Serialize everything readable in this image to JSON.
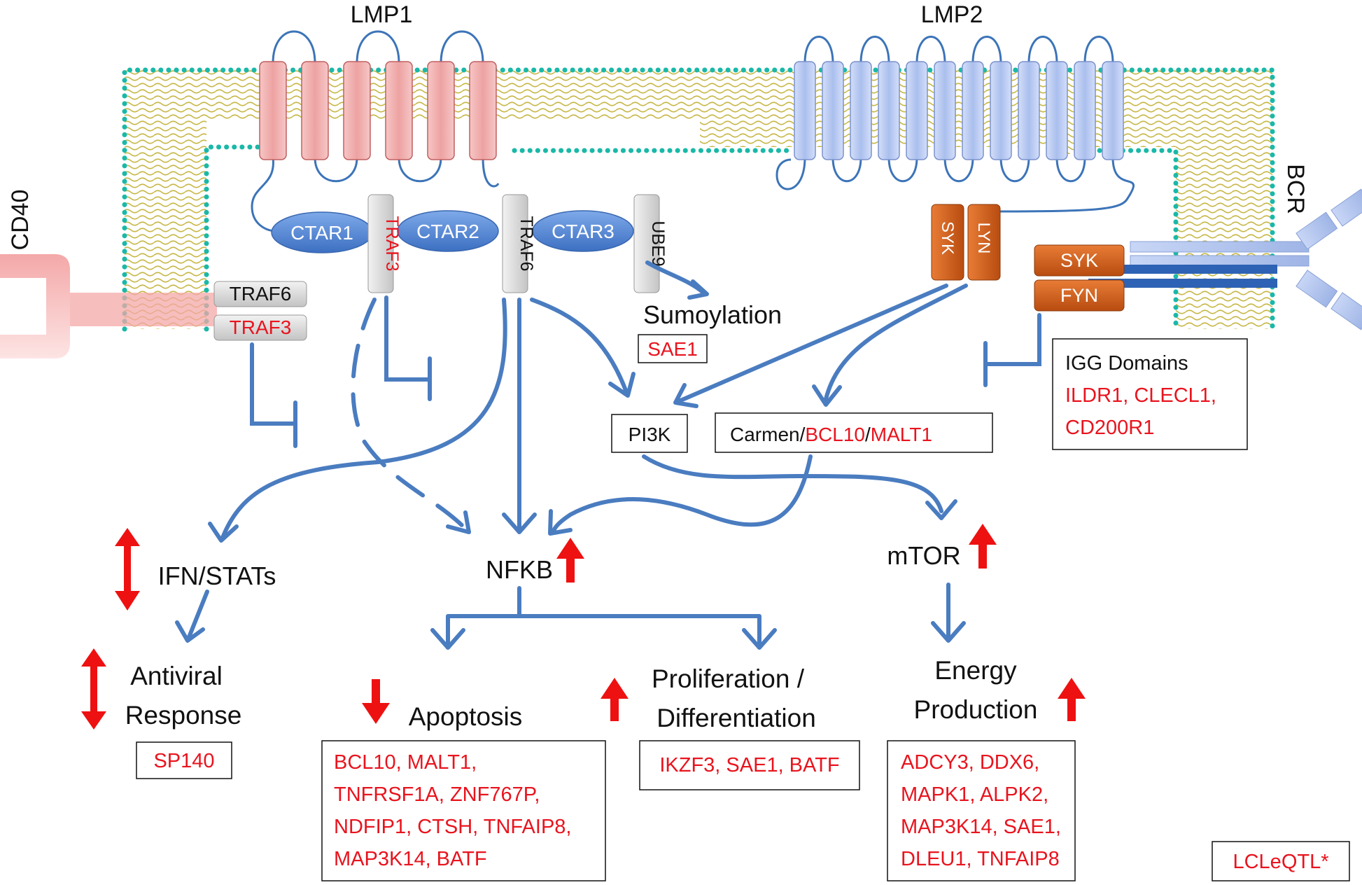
{
  "proteins": {
    "lmp1": "LMP1",
    "lmp2": "LMP2",
    "cd40": "CD40",
    "bcr": "BCR"
  },
  "domains": {
    "ctar1": "CTAR1",
    "ctar2": "CTAR2",
    "ctar3": "CTAR3"
  },
  "adaptors": {
    "traf3_vertical": "TRAF3",
    "traf6_vertical": "TRAF6",
    "ube9": "UBE9",
    "cd40_traf6": "TRAF6",
    "cd40_traf3": "TRAF3",
    "syk_lmp2": "SYK",
    "lyn_lmp2": "LYN",
    "syk_bcr": "SYK",
    "fyn_bcr": "FYN"
  },
  "nodes": {
    "sumoylation": "Sumoylation",
    "pi3k": "PI3K",
    "carmen": "Carmen/",
    "carmen_bcl10": "BCL10",
    "carmen_sep": "/",
    "carmen_malt1": "MALT1",
    "ifn_stats": "IFN/STATs",
    "nfkb": "NFKB",
    "mtor": "mTOR",
    "antiviral_line1": "Antiviral",
    "antiviral_line2": "Response",
    "apoptosis": "Apoptosis",
    "prolif_line1": "Proliferation /",
    "prolif_line2": "Differentiation",
    "energy_line1": "Energy",
    "energy_line2": "Production"
  },
  "gene_boxes": {
    "sae1": "SAE1",
    "igg_title": "IGG Domains",
    "igg_line1": "ILDR1, CLECL1,",
    "igg_line2": "CD200R1",
    "sp140": "SP140",
    "apoptosis_lines": [
      "BCL10, MALT1,",
      "TNFRSF1A, ZNF767P,",
      "NDFIP1, CTSH, TNFAIP8,",
      "MAP3K14, BATF"
    ],
    "prolif_genes": "IKZF3, SAE1, BATF",
    "energy_lines": [
      "ADCY3, DDX6,",
      "MAPK1, ALPK2,",
      "MAP3K14, SAE1,",
      "DLEU1, TNFAIP8"
    ],
    "legend": "LCLeQTL*"
  },
  "colors": {
    "membrane_dots": "#1ab8a8",
    "lipid": "#c8b84a",
    "lmp1_fill": "#f2a8a8",
    "lmp2_fill": "#b8c8f0",
    "loop_stroke": "#3c74b8",
    "arrow": "#4a7cc0",
    "ctar_fill": "#5b8ed6",
    "kinase": "#d2601a",
    "gene_red": "#e8141e",
    "up_arrow": "#ee1111"
  }
}
